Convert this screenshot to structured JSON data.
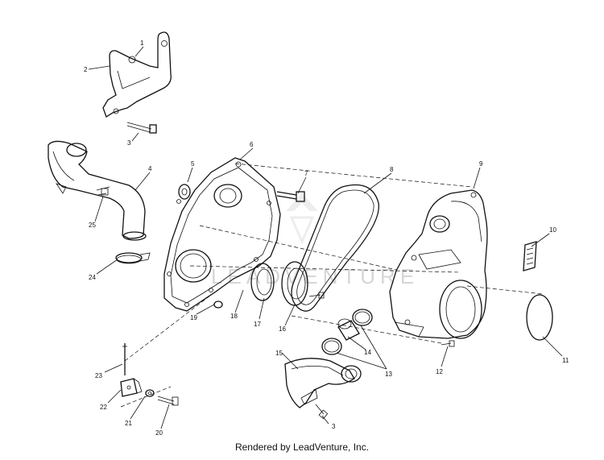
{
  "callouts": [
    "1",
    "2",
    "3",
    "4",
    "5",
    "6",
    "7",
    "8",
    "9",
    "10",
    "11",
    "12",
    "13",
    "14",
    "15",
    "16",
    "17",
    "18",
    "19",
    "20",
    "21",
    "22",
    "23",
    "24",
    "25",
    "3"
  ],
  "watermark": "LEADVENTURE",
  "credit": "Rendered by LeadVenture, Inc."
}
